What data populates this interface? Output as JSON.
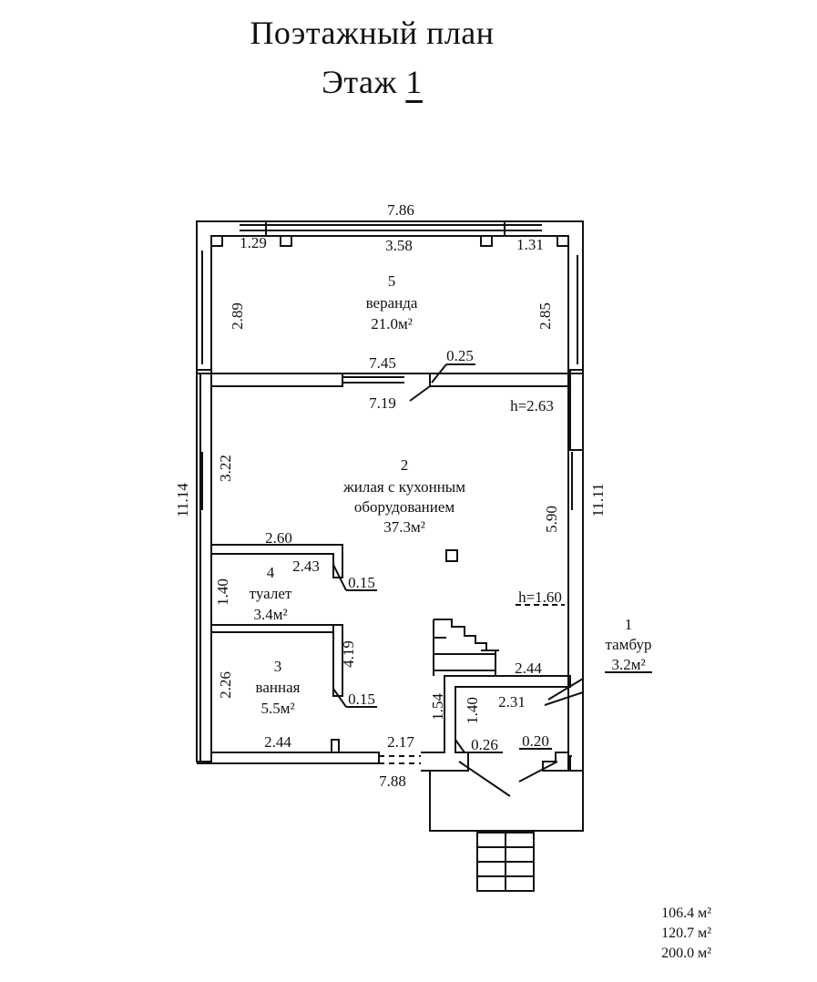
{
  "title": {
    "line1": "Поэтажный план",
    "floor_prefix": "Этаж",
    "floor_number": "1"
  },
  "rooms": [
    {
      "number": "5",
      "name": "веранда",
      "area": "21.0м²"
    },
    {
      "number": "2",
      "name_line1": "жилая с кухонным",
      "name_line2": "оборудованием",
      "area": "37.3м²"
    },
    {
      "number": "4",
      "name": "туалет",
      "area": "3.4м²"
    },
    {
      "number": "3",
      "name": "ванная",
      "area": "5.5м²"
    },
    {
      "number": "1",
      "name": "тамбур",
      "area": "3.2м²"
    }
  ],
  "dimensions": {
    "top_outer": "7.86",
    "top_left_pier": "1.29",
    "top_window": "3.58",
    "top_right_pier": "1.31",
    "veranda_left": "2.89",
    "veranda_right": "2.85",
    "partition_outer": "7.45",
    "partition_inner": "7.19",
    "partition_thickness": "0.25",
    "height_main": "h=2.63",
    "height_stair": "h=1.60",
    "left_overall": "11.14",
    "right_overall": "11.11",
    "living_left": "3.22",
    "living_right": "5.90",
    "toilet_width": "2.60",
    "toilet_inner": "2.43",
    "toilet_wall": "0.15",
    "toilet_depth": "1.40",
    "bath_depth": "4.19",
    "bath_wall": "0.15",
    "bath_left": "2.26",
    "bath_bottom": "2.44",
    "stair_width": "2.44",
    "tambour_width": "2.31",
    "tambour_depth": "1.40",
    "stair_depth": "1.54",
    "bottom_door": "2.17",
    "bottom_wall": "0.26",
    "bottom_outer": "7.88",
    "porch_wall": "0.20"
  },
  "totals": [
    "106.4 м²",
    "120.7 м²",
    "200.0 м²"
  ]
}
